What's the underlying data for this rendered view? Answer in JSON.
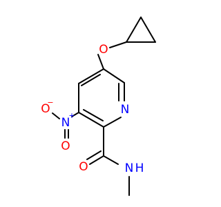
{
  "colors": {
    "bond": "#000000",
    "oxygen": "#ff0000",
    "nitrogen": "#0000ff"
  },
  "atoms": {
    "ether_o": "O",
    "ring_n": "N",
    "nitro_n": "N",
    "nitro_n_charge": "+",
    "nitro_o_left": "O",
    "nitro_o_left_charge": "−",
    "nitro_o_bottom": "O",
    "carbonyl_o": "O",
    "amide_n": "N",
    "amide_h": "H"
  }
}
